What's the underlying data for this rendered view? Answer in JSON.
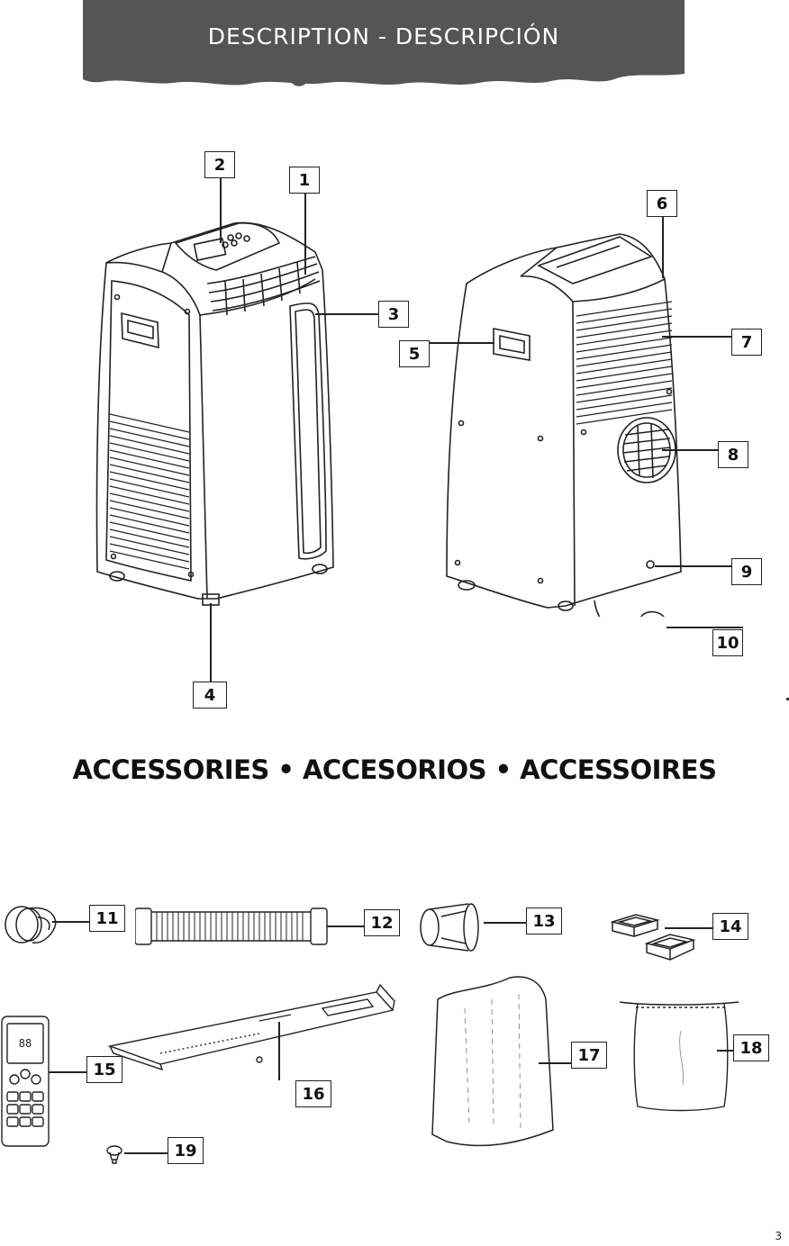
{
  "header": {
    "title": "DESCRIPTION - DESCRIPCIÓN",
    "banner_color": "#555555"
  },
  "callouts": [
    {
      "id": "callout-1",
      "label": "1"
    },
    {
      "id": "callout-2",
      "label": "2"
    },
    {
      "id": "callout-3",
      "label": "3"
    },
    {
      "id": "callout-4",
      "label": "4"
    },
    {
      "id": "callout-5",
      "label": "5"
    },
    {
      "id": "callout-6",
      "label": "6"
    },
    {
      "id": "callout-7",
      "label": "7"
    },
    {
      "id": "callout-8",
      "label": "8"
    },
    {
      "id": "callout-9",
      "label": "9"
    },
    {
      "id": "callout-10",
      "label": "10"
    },
    {
      "id": "callout-11",
      "label": "11"
    },
    {
      "id": "callout-12",
      "label": "12"
    },
    {
      "id": "callout-13",
      "label": "13"
    },
    {
      "id": "callout-14",
      "label": "14"
    },
    {
      "id": "callout-15",
      "label": "15"
    },
    {
      "id": "callout-16",
      "label": "16"
    },
    {
      "id": "callout-17",
      "label": "17"
    },
    {
      "id": "callout-18",
      "label": "18"
    },
    {
      "id": "callout-19",
      "label": "19"
    }
  ],
  "accessories": {
    "title": "ACCESSORIES  • ACCESORIOS • ACCESSOIRES"
  },
  "remote_display": {
    "digits": "88"
  },
  "page": {
    "number": "3"
  }
}
